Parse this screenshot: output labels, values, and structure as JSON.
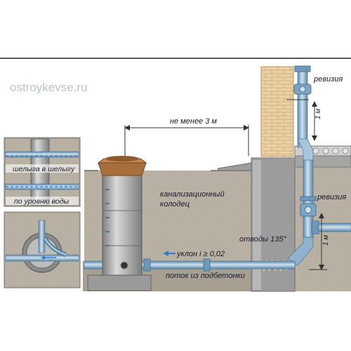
{
  "watermark": "ostroykevse.ru",
  "labels": {
    "distance": "не менее 3 м",
    "revision_top": "ревизия",
    "revision_bottom": "ревизия",
    "one_meter_top": "1 м",
    "one_meter_bottom": "1 м",
    "well_line1": "канализационный",
    "well_line2": "колодец",
    "bends": "отводы 135°",
    "slope": "уклон i ≥ 0,02",
    "flow": "поток из подбетонки",
    "inset1": "шелыга в шелыгу",
    "inset2": "по уровню воды"
  },
  "colors": {
    "pipe": "#8fb3cf",
    "pipe_dark": "#5b86a8",
    "soil": "#b5aea1",
    "soil_dark": "#9f978a",
    "brick": "#e8cba0",
    "concrete": "#9a9a9a",
    "well": "#a8a8a8",
    "arrow": "#2b7bd6"
  },
  "icons": [
    "flow-arrow-icon",
    "pipe-bend-icon",
    "revision-icon"
  ]
}
